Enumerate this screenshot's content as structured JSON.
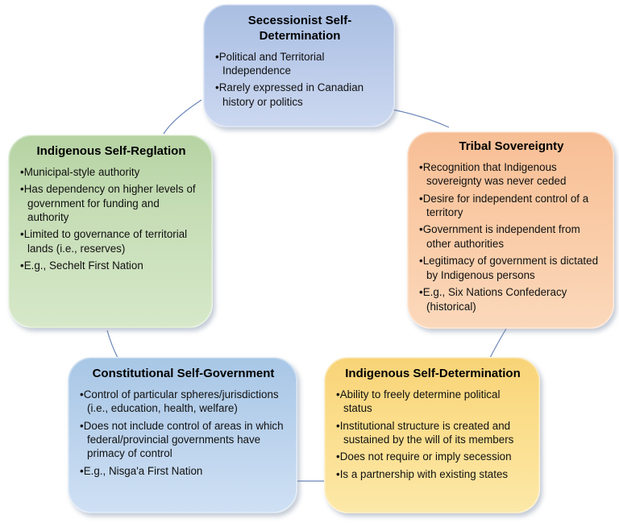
{
  "diagram": {
    "type": "cycle-diagram",
    "background_color": "#ffffff",
    "connector_color": "#6b85b8",
    "nodes": [
      {
        "id": "secessionist-self-determination",
        "title": "Secessionist Self-Determination",
        "fill_color": "#b5c7e7",
        "bullets": [
          "Political and Territorial Independence",
          "Rarely expressed in Canadian history or politics"
        ]
      },
      {
        "id": "indigenous-self-reglation",
        "title": "Indigenous Self-Reglation",
        "fill_color": "#c5deb5",
        "bullets": [
          "Municipal-style authority",
          "Has dependency on higher levels of government for funding and authority",
          "Limited to governance of territorial lands (i.e., reserves)",
          "E.g., Sechelt First Nation"
        ]
      },
      {
        "id": "tribal-sovereignty",
        "title": "Tribal Sovereignty",
        "fill_color": "#fac9a2",
        "bullets": [
          "Recognition that Indigenous sovereignty was never ceded",
          "Desire for independent control of a territory",
          "Government is independent from other authorities",
          "Legitimacy of government is dictated by Indigenous persons",
          "E.g., Six Nations Confederacy (historical)"
        ]
      },
      {
        "id": "constitutional-self-government",
        "title": "Constitutional Self-Government",
        "fill_color": "#b3cde8",
        "bullets": [
          "Control of particular spheres/jurisdictions (i.e., education, health, welfare)",
          "Does not include control of areas in which federal/provincial governments have primacy of control",
          "E.g., Nisga'a First Nation"
        ]
      },
      {
        "id": "indigenous-self-determination",
        "title": "Indigenous Self-Determination",
        "fill_color": "#fbdd8a",
        "bullets": [
          "Ability to freely determine political status",
          "Institutional structure is created and sustained by the will of its members",
          "Does not require or imply secession",
          "Is a partnership with existing states"
        ]
      }
    ]
  }
}
